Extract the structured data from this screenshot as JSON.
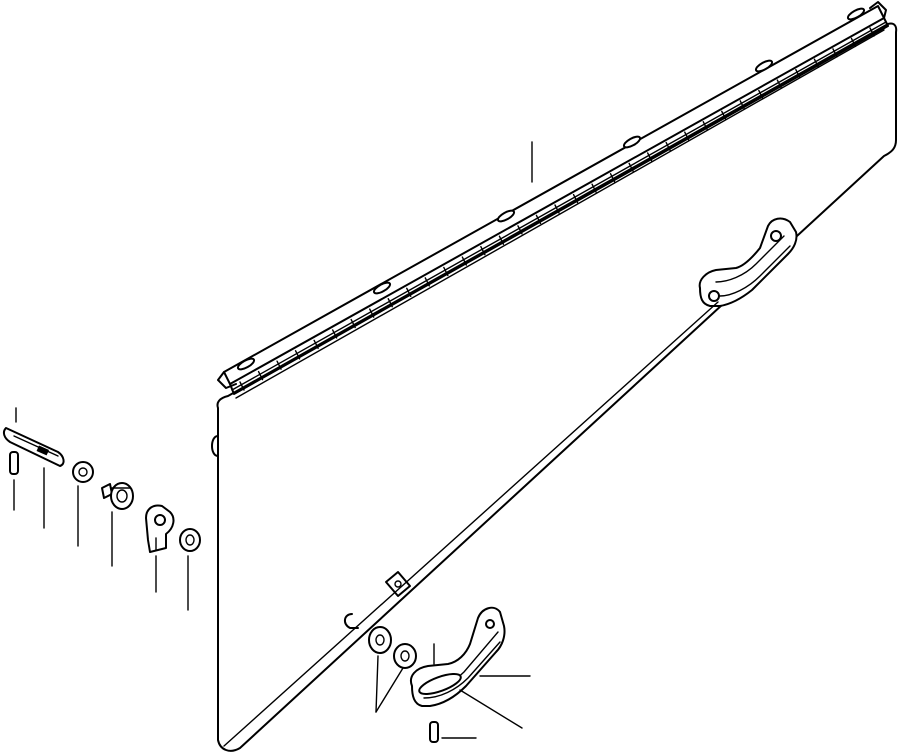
{
  "colors": {
    "ink": "#000000",
    "paper": "#ffffff"
  },
  "parts": [
    {
      "name": "side-door-panel"
    },
    {
      "name": "continuous-hinge"
    },
    {
      "name": "upper-grab-handle"
    },
    {
      "name": "lower-grab-handle"
    },
    {
      "name": "spring-pin"
    },
    {
      "name": "latch-pin"
    },
    {
      "name": "nut"
    },
    {
      "name": "rubber-bushing"
    },
    {
      "name": "latch-bracket"
    },
    {
      "name": "washer"
    },
    {
      "name": "clip"
    },
    {
      "name": "spacer-washers"
    },
    {
      "name": "mounting-plate"
    }
  ]
}
